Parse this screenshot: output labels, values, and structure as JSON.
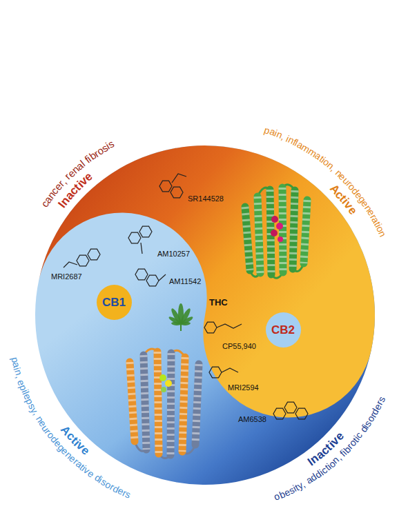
{
  "diagram": {
    "nodes": [
      {
        "text": [
          "CB1"
        ]
      },
      {
        "text": [
          "CB2"
        ]
      }
    ],
    "labels": [
      "cancer, renal fibrosis",
      "Inactive",
      "SR144528",
      "MRI2687",
      "AM10257",
      "pain, inflammation, neurodegeneration",
      "Active",
      "AM11542",
      "THC",
      "CP55,940",
      "MRI2594",
      "pain, epilepsy, neurodegenerative disorders",
      "Active",
      "Inactive",
      "obesity, addiction, fibrotic disorders",
      "AM6538"
    ]
  }
}
